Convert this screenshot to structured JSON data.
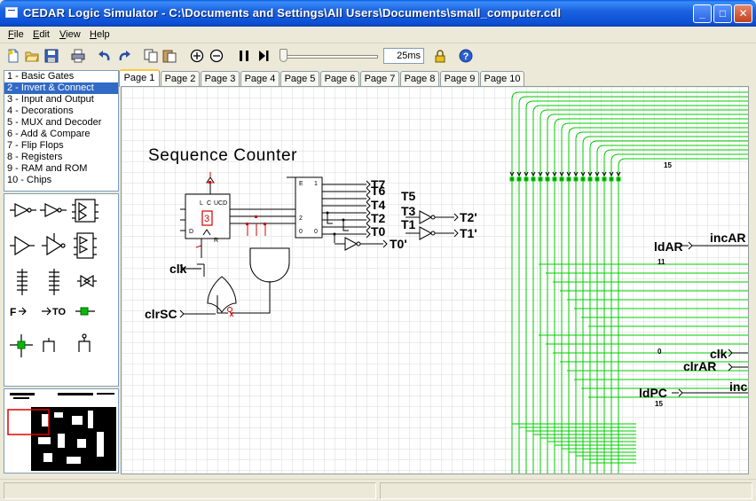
{
  "window": {
    "title": "CEDAR Logic Simulator - C:\\Documents and Settings\\All Users\\Documents\\small_computer.cdl",
    "minimize": "_",
    "maximize": "□",
    "close": "✕"
  },
  "menu": [
    {
      "label": "File",
      "key": "F",
      "rest": "ile"
    },
    {
      "label": "Edit",
      "key": "E",
      "rest": "dit"
    },
    {
      "label": "View",
      "key": "V",
      "rest": "iew"
    },
    {
      "label": "Help",
      "key": "H",
      "rest": "elp"
    }
  ],
  "toolbar": {
    "speed_value": "25ms",
    "icons": [
      "new-icon",
      "open-icon",
      "save-icon",
      "print-icon",
      "undo-icon",
      "redo-icon",
      "copy-icon",
      "paste-icon",
      "zoom-in-icon",
      "zoom-out-icon",
      "pause-icon",
      "step-icon",
      "lock-icon",
      "help-icon"
    ]
  },
  "library": {
    "selected_index": 1,
    "items": [
      "1  - Basic Gates",
      "2  - Invert & Connect",
      "3  - Input and Output",
      "4  - Decorations",
      "5  - MUX and Decoder",
      "6  - Add & Compare",
      "7  - Flip Flops",
      "8  - Registers",
      "9  - RAM and ROM",
      "10 - Chips"
    ]
  },
  "palette": {
    "labels": [
      "F",
      "TO"
    ]
  },
  "tabs": {
    "active": 0,
    "pages": [
      "Page 1",
      "Page 2",
      "Page 3",
      "Page 4",
      "Page 5",
      "Page 6",
      "Page 7",
      "Page 8",
      "Page 9",
      "Page 10"
    ]
  },
  "circuit": {
    "title": "Sequence Counter",
    "outputs": [
      "T7",
      "T5",
      "T3",
      "T1",
      "T6",
      "T4",
      "T2",
      "T0"
    ],
    "inverted_outputs": [
      "T2'",
      "T1'",
      "T0'"
    ],
    "inputs": [
      "clk",
      "clrSC"
    ],
    "counter_pins": [
      "L",
      "C",
      "UCD",
      "D",
      "R"
    ],
    "counter_display": "3",
    "decoder_pins": [
      "E",
      "1",
      "2",
      "0",
      "0"
    ],
    "right_labels": [
      "ldAR",
      "incAR",
      "clk",
      "clrAR",
      "ldPC",
      "incl"
    ],
    "numbers": [
      "15",
      "11",
      "0",
      "15"
    ]
  },
  "colors": {
    "wire_green": "#00cc00",
    "wire_red": "#ff0000",
    "selection_blue": "#316ac5",
    "title_blue": "#0a5fe0"
  }
}
